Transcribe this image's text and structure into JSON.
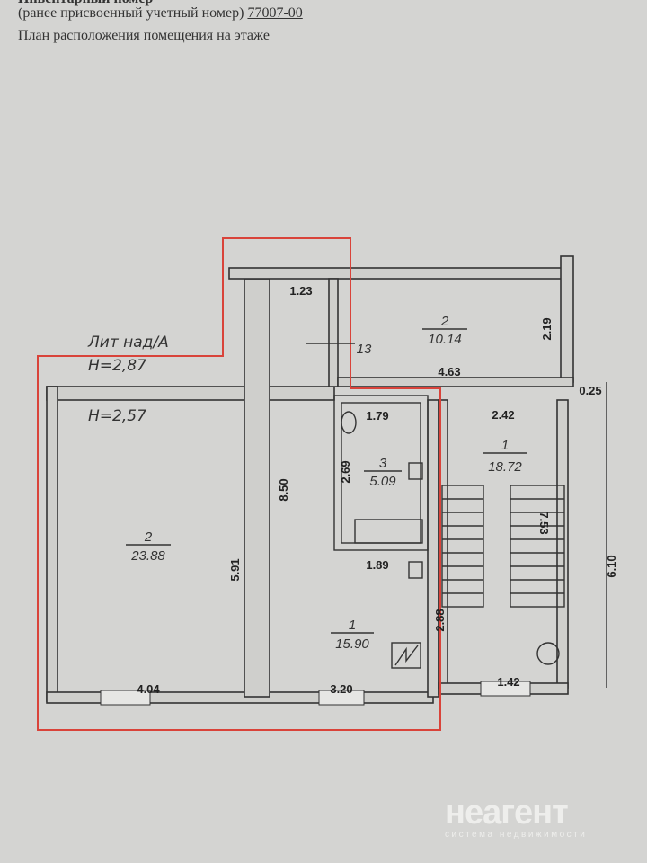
{
  "header": {
    "line0": "Инвентарный номер",
    "line1_prefix": "(ранее присвоенный учетный номер)",
    "line1_number": "77007-00",
    "line2": "План расположения помещения на этаже"
  },
  "plan": {
    "lit_label": "Лит над/А",
    "height_upper": "H=2,87",
    "height_lower": "H=2,57",
    "rooms": [
      {
        "id": "left-room",
        "number": "2",
        "area": "23.88"
      },
      {
        "id": "main-room",
        "number": "1",
        "area": "15.90"
      },
      {
        "id": "bathroom",
        "number": "3",
        "area": "5.09"
      },
      {
        "id": "upper-right-room",
        "number": "2",
        "area": "10.14"
      },
      {
        "id": "stair-room",
        "number": "1",
        "area": "18.72"
      },
      {
        "id": "corridor",
        "number": "13"
      }
    ],
    "dimensions": {
      "d_1_23": "1.23",
      "d_2_19": "2.19",
      "d_4_63": "4.63",
      "d_0_25": "0.25",
      "d_2_42": "2.42",
      "d_1_79": "1.79",
      "d_2_69": "2.69",
      "d_7_53": "7.53",
      "d_6_10": "6.10",
      "d_8_50": "8.50",
      "d_5_91": "5.91",
      "d_1_89": "1.89",
      "d_2_88": "2.88",
      "d_4_04": "4.04",
      "d_3_20": "3.20",
      "d_1_42": "1.42"
    },
    "highlight_color": "#d9433a"
  },
  "watermark": {
    "brand": "неагент",
    "tagline": "система недвижимости"
  }
}
